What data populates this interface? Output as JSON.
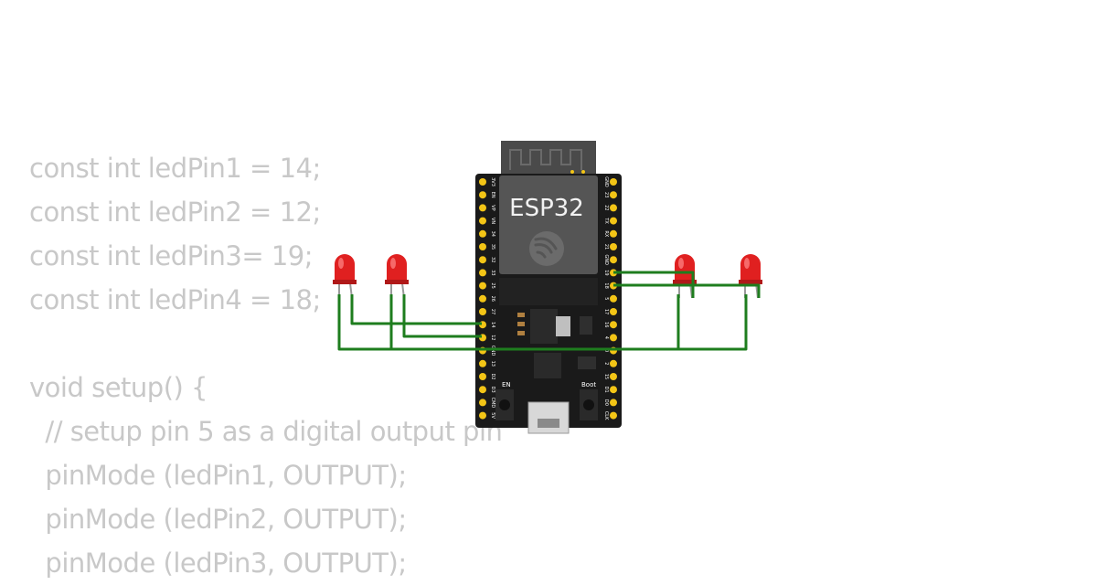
{
  "code": {
    "lines": [
      "const int ledPin1 = 14;",
      "const int ledPin2 = 12;",
      "const int ledPin3= 19;",
      "const int ledPin4 = 18;",
      "",
      "void setup() {",
      "  // setup pin 5 as a digital output pin",
      "  pinMode (ledPin1, OUTPUT);",
      "  pinMode (ledPin2, OUTPUT);",
      "  pinMode (ledPin3, OUTPUT);"
    ]
  },
  "board": {
    "title": "ESP32",
    "left_pins": [
      "3V3",
      "EN",
      "VP",
      "VN",
      "34",
      "35",
      "32",
      "33",
      "25",
      "26",
      "27",
      "14",
      "12",
      "GND",
      "13",
      "D2",
      "D3",
      "CMD",
      "5V"
    ],
    "right_pins": [
      "GND",
      "23",
      "22",
      "TX",
      "RX",
      "21",
      "GND",
      "19",
      "18",
      "5",
      "17",
      "16",
      "4",
      "0",
      "2",
      "15",
      "D1",
      "D0",
      "CLK"
    ],
    "en_label": "EN",
    "boot_label": "Boot"
  },
  "colors": {
    "code_text": "#c8c8c8",
    "board": "#1a1a1a",
    "module": "#555555",
    "pin_gold": "#f3c516",
    "wire": "#1e7d1e",
    "led": "#e02020"
  },
  "leds": [
    "led-1",
    "led-2",
    "led-3",
    "led-4"
  ]
}
